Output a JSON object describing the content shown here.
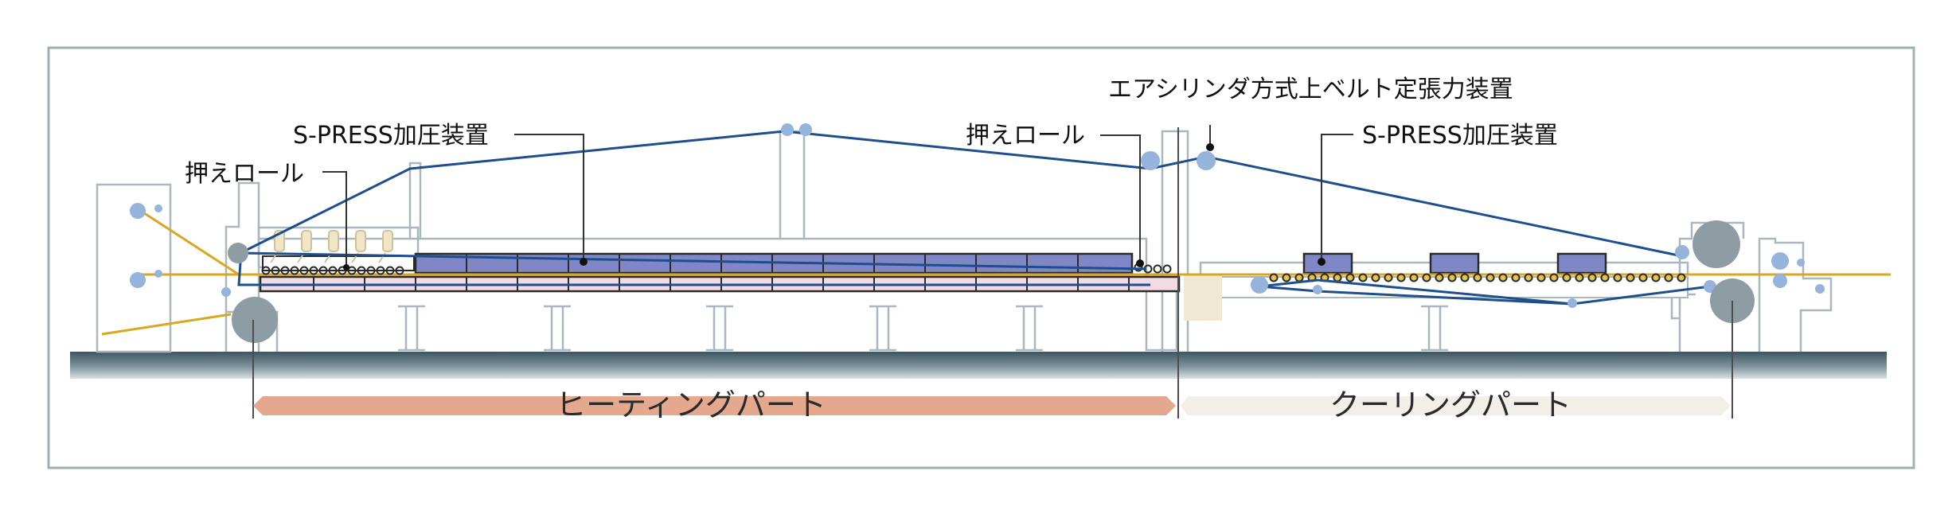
{
  "labels": {
    "press_roll_left": "押えロール",
    "spress_left": "S-PRESS加圧装置",
    "press_roll_center": "押えロール",
    "air_cylinder": "エアシリンダ方式上ベルト定張力装置",
    "spress_right": "S-PRESS加圧装置"
  },
  "parts": {
    "heating": "ヒーティングパート",
    "cooling": "クーリングパート"
  },
  "colors": {
    "belt": "#1f4e8c",
    "film": "#d9a81e",
    "frame_line": "#a9b8bf",
    "press_block": "#7f87c6",
    "heater": "#f2dbe2",
    "roll": "#95b3db",
    "big_roll": "#8e9ca4",
    "heating_arrow": "#e3a88e",
    "cooling_arrow": "#f1efe8",
    "floor": "#3f5560"
  }
}
